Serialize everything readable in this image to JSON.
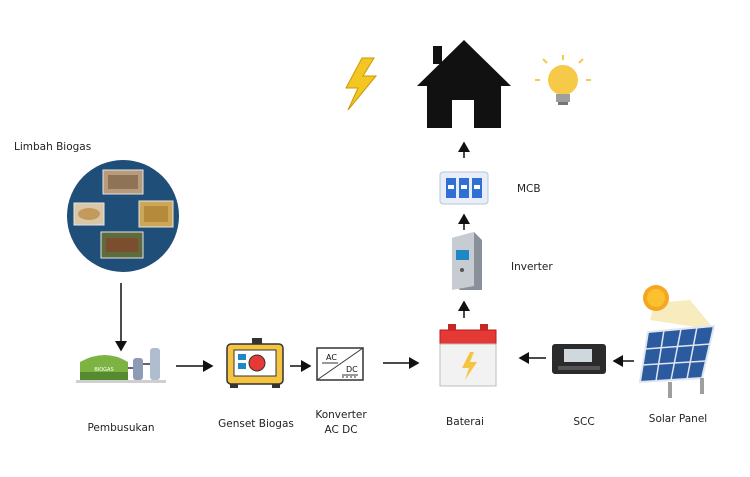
{
  "labels": {
    "limbah_biogas": "Limbah Biogas",
    "pembusukan": "Pembusukan",
    "genset": "Genset Biogas",
    "konverter_line1": "Konverter",
    "konverter_line2": "AC DC",
    "baterai": "Baterai",
    "scc": "SCC",
    "solar_panel": "Solar Panel",
    "inverter": "Inverter",
    "mcb": "MCB"
  },
  "device_text": {
    "biogas_tank": "BIOGAS",
    "converter_ac": "AC",
    "converter_dc": "DC"
  },
  "colors": {
    "waste_circle": "#1f4e79",
    "house": "#111111",
    "bolt": "#f3c623",
    "bulb": "#f7c948",
    "battery_red": "#e53935",
    "genset_yellow": "#f5c542",
    "panel_blue": "#2b5a9e",
    "sun": "#f5a623",
    "mcb_blue": "#2f6fd6",
    "arrow": "#111111"
  },
  "icons": [
    "lightning-bolt-icon",
    "house-icon",
    "light-bulb-icon",
    "mcb-icon",
    "inverter-icon",
    "waste-circle-icon",
    "biogas-digester-icon",
    "genset-icon",
    "converter-icon",
    "battery-icon",
    "scc-icon",
    "solar-panel-icon",
    "sun-icon"
  ]
}
